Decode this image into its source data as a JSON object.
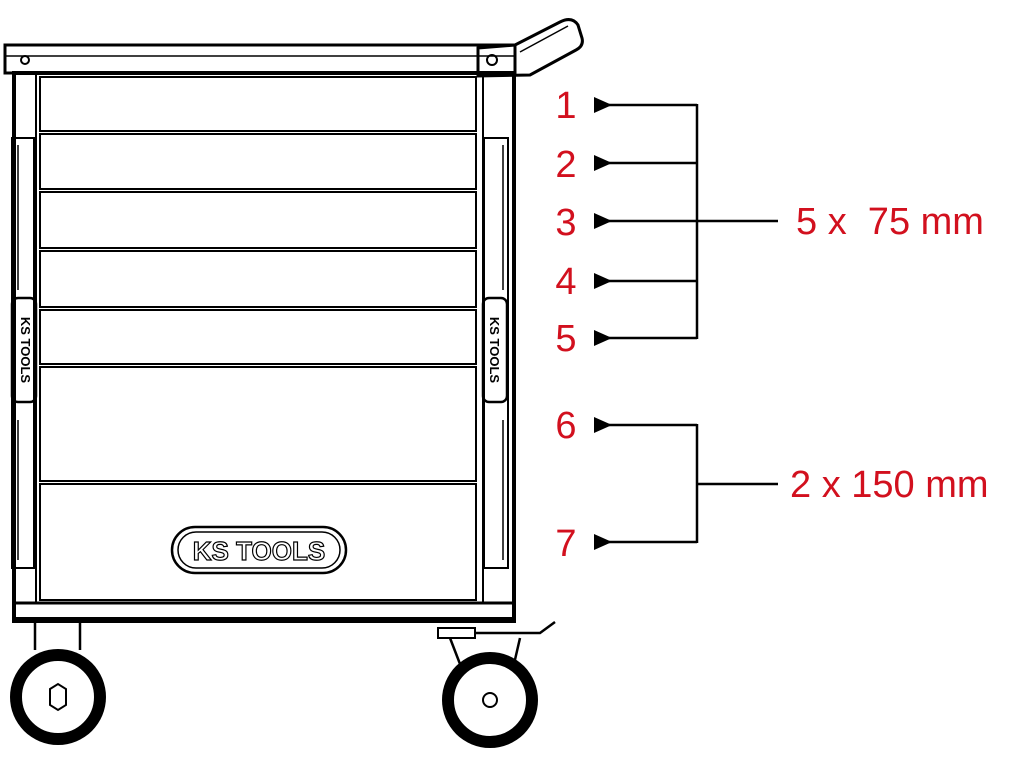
{
  "brand": {
    "logo_text": "KS TOOLS"
  },
  "drawers": [
    {
      "number": "1"
    },
    {
      "number": "2"
    },
    {
      "number": "3"
    },
    {
      "number": "4"
    },
    {
      "number": "5"
    },
    {
      "number": "6"
    },
    {
      "number": "7"
    }
  ],
  "groups": [
    {
      "label": "5 x  75 mm",
      "drawers": [
        1,
        2,
        3,
        4,
        5
      ]
    },
    {
      "label": "2 x 150 mm",
      "drawers": [
        6,
        7
      ]
    }
  ],
  "colors": {
    "annotation": "#d2101e",
    "line": "#000000"
  }
}
